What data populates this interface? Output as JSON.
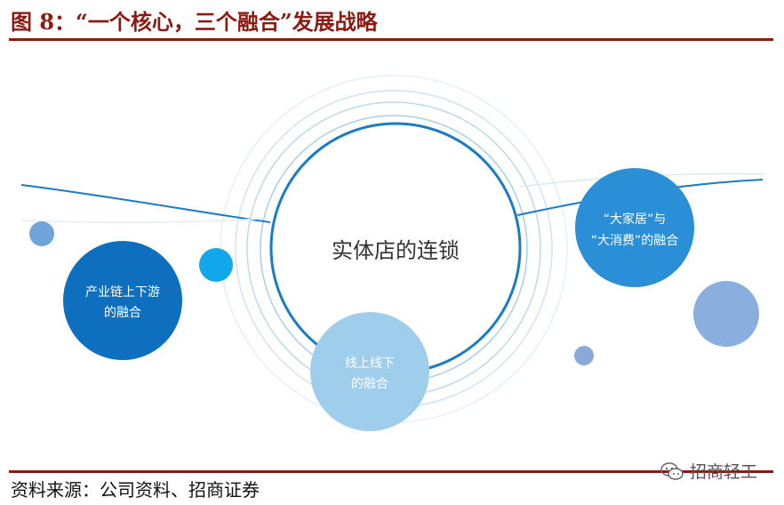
{
  "header": {
    "title": "图 8：“一个核心，三个融合”发展战略"
  },
  "diagram": {
    "core": "实体店的连锁",
    "fusion_industry_line1": "产业链上下游",
    "fusion_industry_line2": "的融合",
    "fusion_online_line1": "线上线下",
    "fusion_online_line2": "的融合",
    "fusion_consumer_line1": "“大家居”与",
    "fusion_consumer_line2": "“大消费”的融合"
  },
  "footer": {
    "source": "资料来源：公司资料、招商证券",
    "watermark": "招商轻工",
    "watermark_icon": "wechat-icon"
  },
  "colors": {
    "title": "#8b1a12",
    "core_ring": "#1a7bc6",
    "industry": "#0f6fbf",
    "consumer": "#2a8fd6",
    "online": "#9fcdec",
    "accent_cyan": "#12a7ea"
  }
}
